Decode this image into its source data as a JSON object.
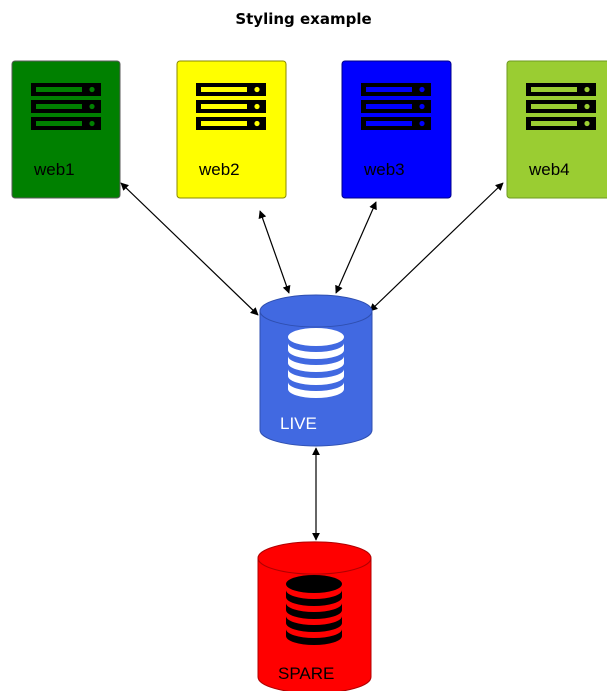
{
  "diagram": {
    "title": "Styling example",
    "servers": [
      {
        "label": "web1",
        "fill": "#008000",
        "label_color": "#000000",
        "icon_color": "#000000"
      },
      {
        "label": "web2",
        "fill": "#ffff00",
        "label_color": "#000000",
        "icon_color": "#000000"
      },
      {
        "label": "web3",
        "fill": "#0000ff",
        "label_color": "#000000",
        "icon_color": "#000000"
      },
      {
        "label": "web4",
        "fill": "#9acd32",
        "label_color": "#000000",
        "icon_color": "#000000"
      }
    ],
    "databases": {
      "live": {
        "label": "LIVE",
        "fill": "#4169e1",
        "label_color": "#ffffff",
        "icon_color": "#ffffff"
      },
      "spare": {
        "label": "SPARE",
        "fill": "#ff0000",
        "label_color": "#000000",
        "icon_color": "#000000"
      }
    },
    "connections": [
      {
        "from": "web1",
        "to": "LIVE",
        "bidirectional": true
      },
      {
        "from": "web2",
        "to": "LIVE",
        "bidirectional": true
      },
      {
        "from": "web3",
        "to": "LIVE",
        "bidirectional": true
      },
      {
        "from": "web4",
        "to": "LIVE",
        "bidirectional": true
      },
      {
        "from": "LIVE",
        "to": "SPARE",
        "bidirectional": true
      }
    ],
    "server_icon": "server-rack-icon",
    "database_icon": "database-stack-icon"
  }
}
